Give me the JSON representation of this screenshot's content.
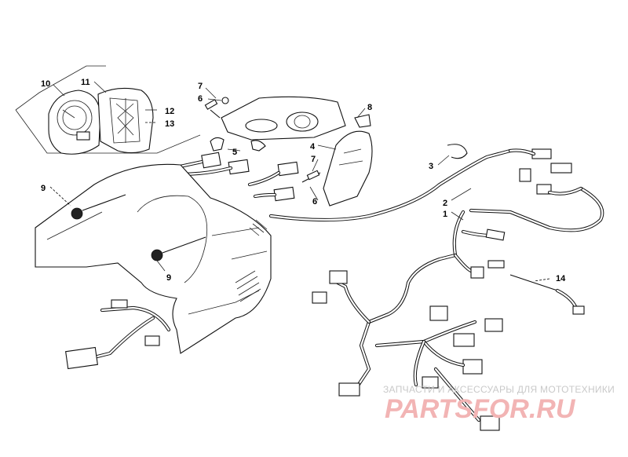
{
  "callouts": [
    {
      "id": "10",
      "label": "10"
    },
    {
      "id": "11",
      "label": "11"
    },
    {
      "id": "12",
      "label": "12"
    },
    {
      "id": "13",
      "label": "13"
    },
    {
      "id": "7a",
      "label": "7"
    },
    {
      "id": "6a",
      "label": "6"
    },
    {
      "id": "5",
      "label": "5"
    },
    {
      "id": "8",
      "label": "8"
    },
    {
      "id": "4",
      "label": "4"
    },
    {
      "id": "7b",
      "label": "7"
    },
    {
      "id": "6b",
      "label": "6"
    },
    {
      "id": "9a",
      "label": "9"
    },
    {
      "id": "9b",
      "label": "9"
    },
    {
      "id": "3",
      "label": "3"
    },
    {
      "id": "2",
      "label": "2"
    },
    {
      "id": "1",
      "label": "1"
    },
    {
      "id": "14",
      "label": "14"
    }
  ],
  "watermark": {
    "line1": "ЗАПЧАСТИ И АКСЕССУАРЫ ДЛЯ МОТОТЕХНИКИ",
    "line2": "PARTSFOR.RU"
  }
}
